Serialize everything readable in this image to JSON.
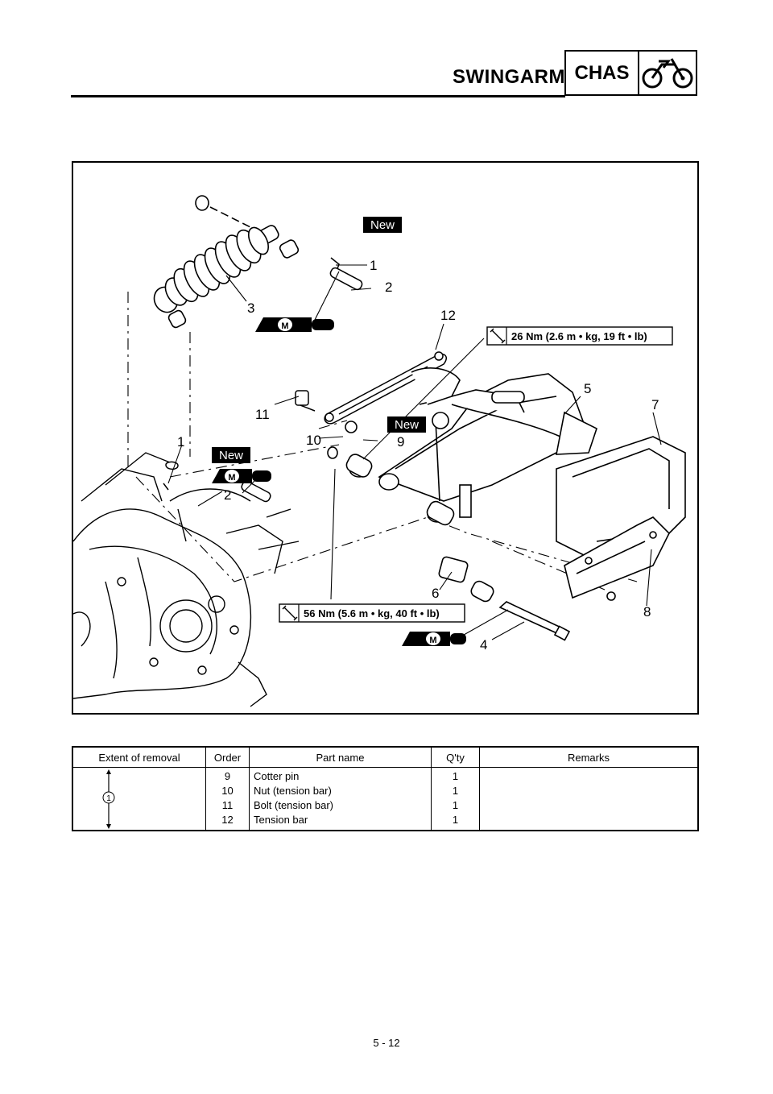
{
  "header": {
    "title": "SWINGARM",
    "section_label": "CHAS",
    "section_icon": "motorcycle-icon"
  },
  "diagram": {
    "torque_top": "26 Nm (2.6 m • kg, 19 ft • lb)",
    "torque_bottom": "56 Nm (5.6 m • kg, 40 ft • lb)",
    "new_badge": "New",
    "moly_symbol": "M",
    "callouts": [
      "1",
      "2",
      "3",
      "12",
      "5",
      "7",
      "11",
      "10",
      "9",
      "1",
      "2",
      "6",
      "8",
      "4"
    ]
  },
  "table": {
    "headers": {
      "extent": "Extent of removal",
      "order": "Order",
      "part_name": "Part name",
      "qty": "Q'ty",
      "remarks": "Remarks"
    },
    "extent_marker": "1",
    "rows": [
      {
        "order": "9",
        "part_name": "Cotter pin",
        "qty": "1"
      },
      {
        "order": "10",
        "part_name": "Nut (tension bar)",
        "qty": "1"
      },
      {
        "order": "11",
        "part_name": "Bolt (tension bar)",
        "qty": "1"
      },
      {
        "order": "12",
        "part_name": "Tension bar",
        "qty": "1"
      }
    ]
  },
  "footer": {
    "page_number": "5 - 12"
  }
}
